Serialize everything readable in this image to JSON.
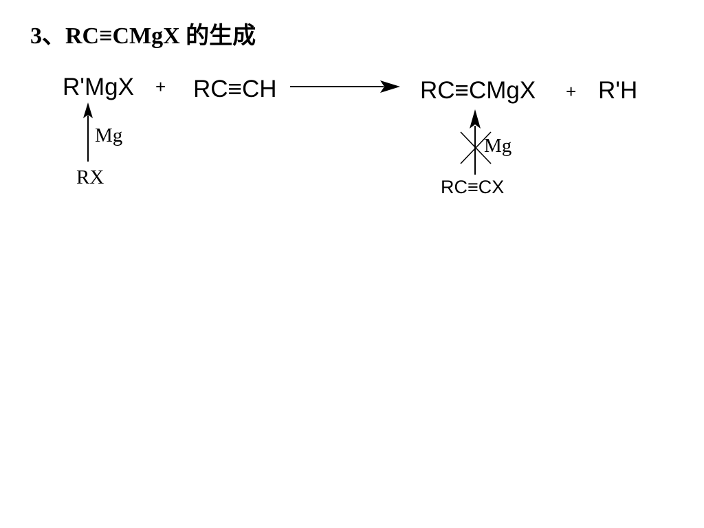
{
  "slide": {
    "title": "3、RC≡CMgX 的生成"
  },
  "reaction": {
    "reactant1": "R'MgX",
    "plus1": "+",
    "reactant2": "RC≡CH",
    "product1": "RC≡CMgX",
    "plus2": "+",
    "product2": "R'H"
  },
  "side_reaction_left": {
    "reagent": "Mg",
    "starting_material": "RX"
  },
  "side_reaction_right": {
    "reagent": "Mg",
    "starting_material": "RC≡CX",
    "status": "crossed-out (not feasible)"
  },
  "colors": {
    "text": "#000000",
    "background": "#ffffff"
  }
}
